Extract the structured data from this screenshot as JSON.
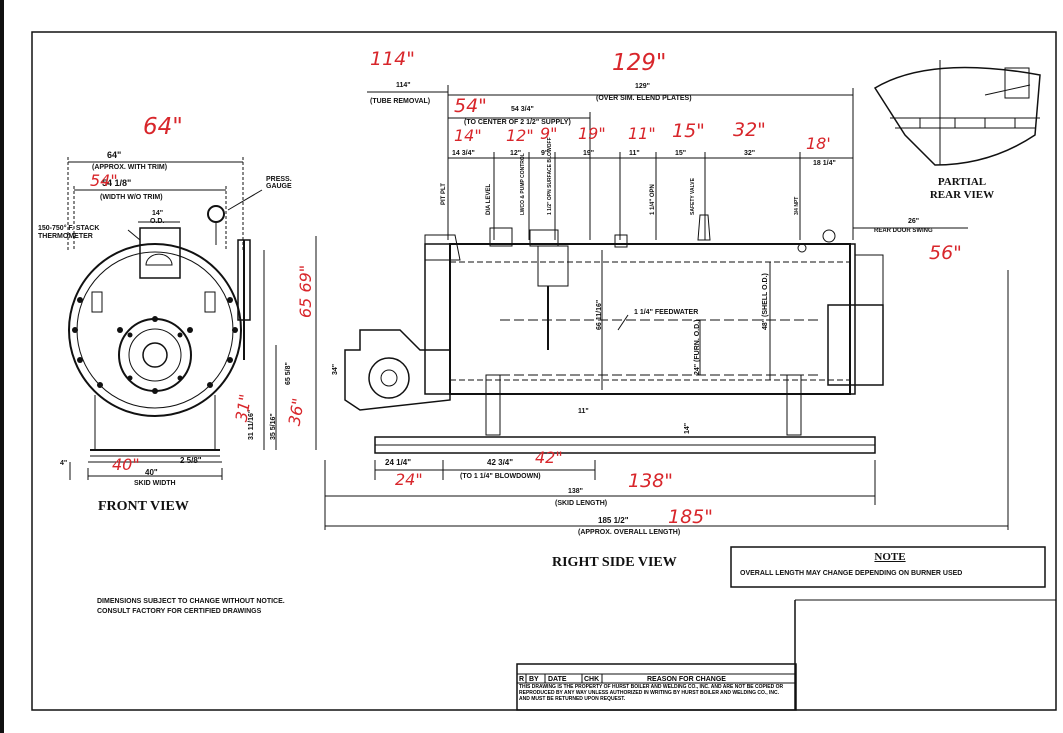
{
  "front": {
    "title": "FRONT VIEW",
    "dim_width": "64\"",
    "dim_width_note": "(APPROX. WITH TRIM)",
    "dim_width2": "54 1/8\"",
    "dim_width2_note": "(WIDTH W/O TRIM)",
    "dim_14": "14\"",
    "dim_14_note": "O.D.",
    "press_gauge": "PRESS. GAUGE",
    "stack_thermo_1": "150-750° F. STACK",
    "stack_thermo_2": "THERMOMETER",
    "dim_65": "65 5/8\"",
    "dim_31": "31 11/16\"",
    "dim_35": "35 5/16\"",
    "dim_4": "4\"",
    "dim_skid": "40\"",
    "dim_skid2": "2 5/8\"",
    "skid_note": "SKID WIDTH"
  },
  "side": {
    "title": "RIGHT SIDE VIEW",
    "dim_114": "114\"",
    "dim_114_note": "(TUBE REMOVAL)",
    "dim_129": "129\"",
    "dim_129_note": "(OVER SIM. ELEND PLATES)",
    "dim_54": "54 3/4\"",
    "dim_54_note": "(TO CENTER OF 2 1/2\" SUPPLY)",
    "seg": [
      "14 3/4\"",
      "12\"",
      "9\"",
      "19\"",
      "11\"",
      "15\"",
      "32\"",
      "18 1/4\""
    ],
    "vlabels": [
      "PIT PLT",
      "DIA LEVEL",
      "LWCO & PUMP CONTROL",
      "1 1/2\" OPN SURFACE BLOWOFF",
      "1 1/4\" OPN",
      "SAFETY VALVE",
      "3/4 NPT"
    ],
    "rear_door": "26\"",
    "rear_door_note": "REAR DOOR SWING",
    "dim_66": "66 11/16\"",
    "feedwater": "1 1/4\" FEEDWATER",
    "shell_od": "48\" (SHELL O.D.)",
    "furn_od": "24\" (FURN. O.D.)",
    "dim_11": "11\"",
    "dim_14b": "14\"",
    "dim_2414": "24 1/4\"",
    "dim_4234": "42 3/4\"",
    "blowdown": "(TO 1 1/4\" BLOWDOWN)",
    "dim_138": "138\"",
    "skid_length": "(SKID LENGTH)",
    "dim_185": "185 1/2\"",
    "overall": "(APPROX. OVERALL LENGTH)",
    "dim_34": "34\""
  },
  "rear": {
    "title_1": "PARTIAL",
    "title_2": "REAR VIEW"
  },
  "note": {
    "title": "NOTE",
    "text": "OVERALL LENGTH MAY CHANGE DEPENDING ON BURNER USED"
  },
  "disclaimer": {
    "line1": "DIMENSIONS SUBJECT TO CHANGE WITHOUT NOTICE.",
    "line2": "CONSULT FACTORY FOR CERTIFIED DRAWINGS"
  },
  "revision_table": {
    "headers": [
      "R",
      "BY",
      "DATE",
      "CHK",
      "REASON FOR CHANGE"
    ],
    "footer": "THIS DRAWING IS THE PROPERTY OF HURST BOILER AND WELDING CO., INC. AND ARE NOT BE COPIED OR REPRODUCED BY ANY WAY UNLESS AUTHORIZED IN WRITING BY HURST BOILER AND WELDING CO., INC. AND MUST BE RETURNED UPON REQUEST."
  },
  "handwritten": {
    "h64": "64\"",
    "h54": "54\"",
    "h114": "114\"",
    "h129": "129\"",
    "h54b": "54\"",
    "h14": "14\"",
    "h12": "12\"",
    "h9": "9\"",
    "h19": "19\"",
    "h11": "11\"",
    "h15": "15\"",
    "h32": "32\"",
    "h18": "18'",
    "h56": "56\"",
    "h6569": "65 69\"",
    "h31": "31\"",
    "h36": "36\"",
    "h40": "40\"",
    "h42": "42\"",
    "h24": "24\"",
    "h138": "138\"",
    "h185": "185\""
  },
  "colors": {
    "ink": "#111111",
    "markup": "#d8262b"
  }
}
